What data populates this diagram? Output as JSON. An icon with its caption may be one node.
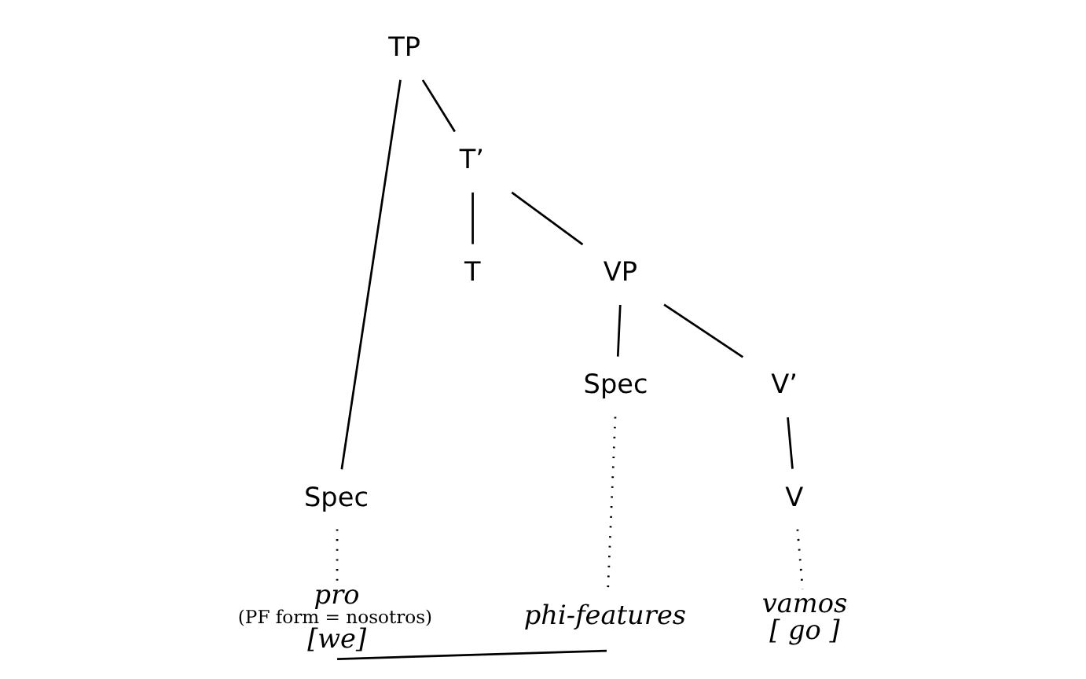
{
  "diagram": {
    "nodes": [
      {
        "text": [
          "TP"
        ]
      },
      {
        "text": [
          "Spec"
        ]
      },
      {
        "text": [
          "T’"
        ]
      },
      {
        "text": [
          "T"
        ]
      },
      {
        "text": [
          "VP"
        ]
      },
      {
        "text": [
          "Spec"
        ]
      },
      {
        "text": [
          "V’"
        ]
      },
      {
        "text": [
          "V"
        ]
      },
      {
        "text": [
          "pro",
          "(PF form = nosotros)",
          "[we]"
        ]
      },
      {
        "text": [
          "phi-features"
        ]
      },
      {
        "text": [
          "vamos",
          "[ go ]"
        ]
      }
    ],
    "edges": [
      {
        "from": 0,
        "to": 1,
        "arrow": "none"
      },
      {
        "from": 0,
        "to": 2,
        "arrow": "none"
      },
      {
        "from": 2,
        "to": 3,
        "arrow": "none"
      },
      {
        "from": 2,
        "to": 4,
        "arrow": "none"
      },
      {
        "from": 4,
        "to": 5,
        "arrow": "none"
      },
      {
        "from": 4,
        "to": 6,
        "arrow": "none"
      },
      {
        "from": 6,
        "to": 7,
        "arrow": "none"
      },
      {
        "from": 1,
        "to": 8,
        "arrow": "none",
        "style": "dashed"
      },
      {
        "from": 5,
        "to": 9,
        "arrow": "none",
        "style": "dashed"
      },
      {
        "from": 7,
        "to": 10,
        "arrow": "none",
        "style": "dashed"
      },
      {
        "from": 8,
        "to": 9,
        "arrow": "none"
      }
    ]
  }
}
